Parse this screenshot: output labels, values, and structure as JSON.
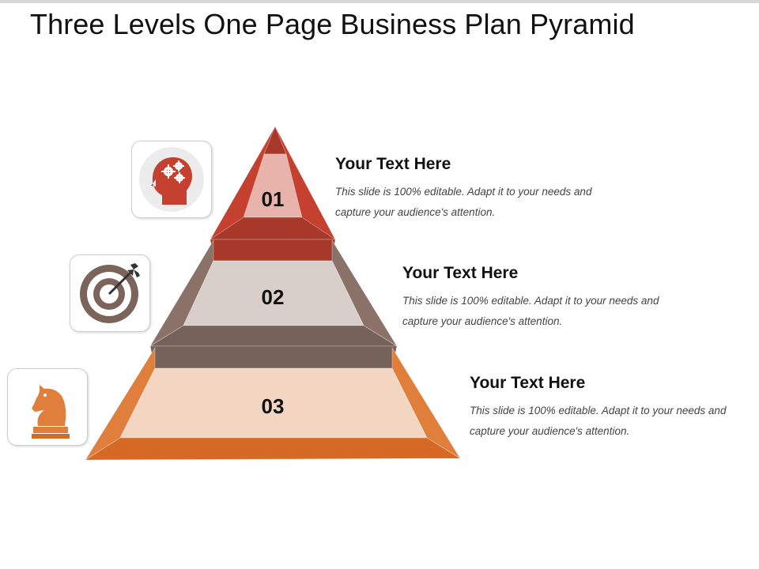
{
  "title": "Three Levels One Page Business Plan Pyramid",
  "colors": {
    "level1": {
      "outer": "#c5402e",
      "dark": "#a8382a",
      "inner": "#e8b3aa"
    },
    "level2": {
      "outer": "#8a7268",
      "dark": "#75625a",
      "inner": "#d9cfca"
    },
    "level3": {
      "outer": "#e07f3c",
      "dark": "#d66a24",
      "inner": "#f3d6c2"
    }
  },
  "levels": [
    {
      "number": "01",
      "icon": "head-gears-icon",
      "heading": "Your Text Here",
      "body": "This slide is 100% editable.  Adapt it to your needs and capture your audience's attention."
    },
    {
      "number": "02",
      "icon": "target-arrow-icon",
      "heading": "Your Text Here",
      "body": "This slide is 100% editable.  Adapt it to your needs and capture your audience's attention."
    },
    {
      "number": "03",
      "icon": "chess-knight-icon",
      "heading": "Your Text Here",
      "body": "This slide is 100% editable.  Adapt it to your needs and capture your audience's attention."
    }
  ]
}
